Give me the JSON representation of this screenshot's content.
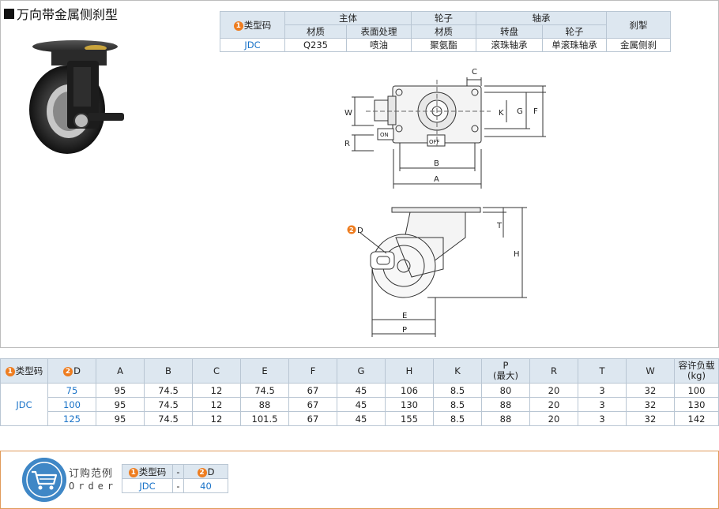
{
  "title": "万向带金属侧刹型",
  "spec_table": {
    "row1": {
      "type_code": "类型码",
      "body": "主体",
      "wheel": "轮子",
      "bearing": "轴承",
      "brake": "刹掣"
    },
    "row2": {
      "material": "材质",
      "surface": "表面处理",
      "wheel_material": "材质",
      "swivel": "转盘",
      "wheel_bearing": "轮子"
    },
    "row3": {
      "code": "JDC",
      "material": "Q235",
      "surface": "喷油",
      "wheel_material": "聚氨酯",
      "swivel": "滚珠轴承",
      "wheel_bearing": "单滚珠轴承",
      "brake": "金属侧刹"
    }
  },
  "markers": {
    "one": "1",
    "two": "2"
  },
  "drawing_labels": {
    "C": "C",
    "W": "W",
    "R": "R",
    "K": "K",
    "G": "G",
    "F": "F",
    "B": "B",
    "A": "A",
    "ON": "ON",
    "OFF": "OFF",
    "D": "D",
    "T": "T",
    "H": "H",
    "E": "E",
    "P": "P"
  },
  "dims_table": {
    "headers": [
      "类型码",
      "D",
      "A",
      "B",
      "C",
      "E",
      "F",
      "G",
      "H",
      "K",
      "P",
      "(最大)",
      "R",
      "T",
      "W",
      "容许负载",
      "(kg)"
    ],
    "code": "JDC",
    "rows": [
      [
        "75",
        "95",
        "74.5",
        "12",
        "74.5",
        "67",
        "45",
        "106",
        "8.5",
        "80",
        "20",
        "3",
        "32",
        "100"
      ],
      [
        "100",
        "95",
        "74.5",
        "12",
        "88",
        "67",
        "45",
        "130",
        "8.5",
        "88",
        "20",
        "3",
        "32",
        "130"
      ],
      [
        "125",
        "95",
        "74.5",
        "12",
        "101.5",
        "67",
        "45",
        "155",
        "8.5",
        "88",
        "20",
        "3",
        "32",
        "142"
      ]
    ]
  },
  "order": {
    "cn": "订购范例",
    "en": "Order",
    "headers": [
      "类型码",
      "-",
      "D"
    ],
    "values": [
      "JDC",
      "-",
      "40"
    ]
  },
  "colors": {
    "header_bg": "#dde7f0",
    "accent_orange": "#ee7d20",
    "accent_blue": "#1a73c8",
    "border": "#b9c6d3"
  }
}
